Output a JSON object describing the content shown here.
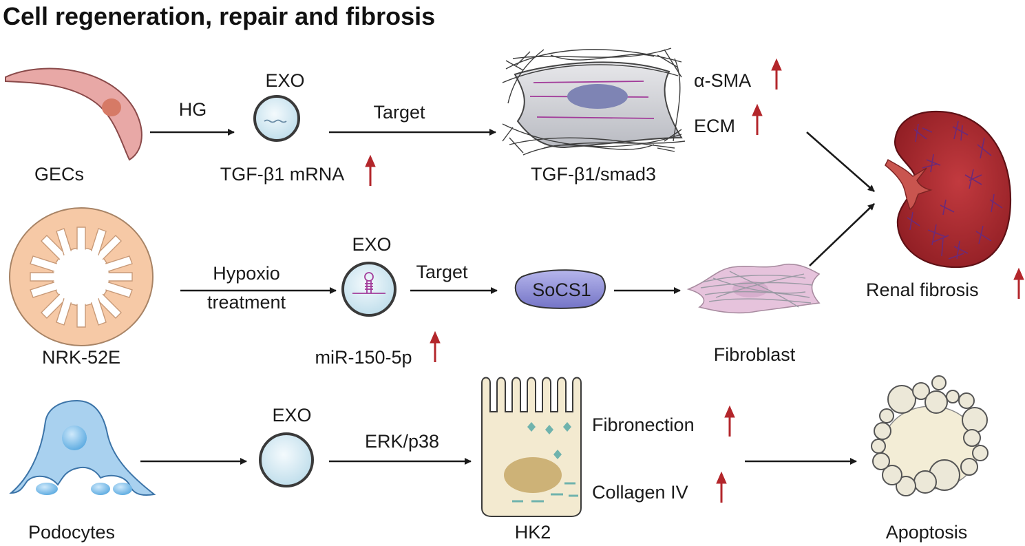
{
  "title": "Cell regeneration, repair and fibrosis",
  "row1": {
    "source": "GECs",
    "condition": "HG",
    "vesicle": "EXO",
    "cargo": "TGF-β1 mRNA",
    "action": "Target",
    "pathway": "TGF-β1/smad3",
    "marker1": "α-SMA",
    "marker2": "ECM"
  },
  "row2": {
    "source": "NRK-52E",
    "condition_line1": "Hypoxio",
    "condition_line2": "treatment",
    "vesicle": "EXO",
    "cargo": "miR-150-5p",
    "action": "Target",
    "target_protein": "SoCS1",
    "cell": "Fibroblast"
  },
  "row3": {
    "source": "Podocytes",
    "vesicle": "EXO",
    "pathway": "ERK/p38",
    "cell": "HK2",
    "marker1": "Fibronection",
    "marker2": "Collagen IV",
    "outcome": "Apoptosis"
  },
  "outcome_main": "Renal fibrosis",
  "colors": {
    "up_arrow": "#b3262b",
    "gec_cell": "#e8a8a6",
    "gec_nucleus": "#d67a66",
    "nrk_cell": "#f6c9a6",
    "podocyte": "#a9d1ef",
    "exo_fill": "#d8ecf5",
    "socs1": "#8f8fd6",
    "fibroblast": "#e6c3dc",
    "hk2_cell": "#f3ead0",
    "hk2_nucleus": "#cdb277",
    "kidney": "#a42229",
    "apoptosis_bubble": "#ece8d8"
  }
}
